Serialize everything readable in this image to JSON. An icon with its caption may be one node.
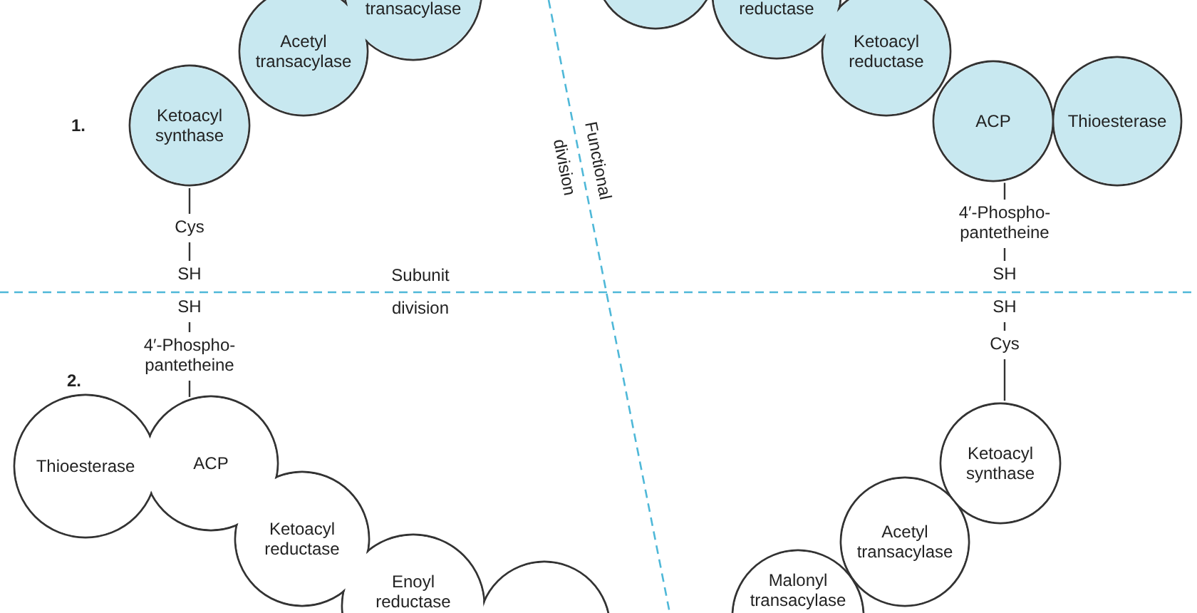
{
  "diagram": {
    "nodes": [
      {
        "text": [
          "Ketoacyl synthase"
        ]
      },
      {
        "text": [
          "Acetyl transacylase"
        ]
      },
      {
        "text": [
          "transacylase"
        ]
      },
      {
        "text": [],
        "shape": "circle"
      },
      {
        "text": [
          "reductase"
        ]
      },
      {
        "text": [
          "Ketoacyl reductase"
        ]
      },
      {
        "text": [
          "ACP"
        ]
      },
      {
        "text": [
          "Thioesterase"
        ]
      },
      {
        "text": [
          "Cys"
        ]
      },
      {
        "text": [
          "SH"
        ]
      },
      {
        "text": [
          "SH"
        ]
      },
      {
        "text": [
          "4′-Phospho-pantetheine"
        ]
      },
      {
        "text": [
          "4′-Phospho-pantetheine"
        ]
      },
      {
        "text": [
          "SH"
        ]
      },
      {
        "text": [
          "SH"
        ]
      },
      {
        "text": [
          "Cys"
        ]
      },
      {
        "text": [
          "Thioesterase"
        ]
      },
      {
        "text": [
          "ACP"
        ]
      },
      {
        "text": [
          "Ketoacyl reductase"
        ]
      },
      {
        "text": [
          "Enoyl reductase"
        ]
      },
      {
        "text": [],
        "shape": "circle"
      },
      {
        "text": [
          "Ketoacyl synthase"
        ]
      },
      {
        "text": [
          "Acetyl transacylase"
        ]
      },
      {
        "text": [
          "Malonyl transacylase"
        ]
      }
    ],
    "edges": [
      {
        "from": 0,
        "to": 8,
        "arrow": "none"
      },
      {
        "from": 8,
        "to": 9,
        "arrow": "none"
      },
      {
        "from": 10,
        "to": 11,
        "arrow": "none"
      },
      {
        "from": 11,
        "to": 17,
        "arrow": "none"
      },
      {
        "from": 6,
        "to": 12,
        "arrow": "none"
      },
      {
        "from": 12,
        "to": 13,
        "arrow": "none"
      },
      {
        "from": 14,
        "to": 15,
        "arrow": "none"
      },
      {
        "from": 15,
        "to": 21,
        "arrow": "none"
      }
    ],
    "labels": [
      "1.",
      "Functional division",
      "Subunit division",
      "2."
    ]
  }
}
